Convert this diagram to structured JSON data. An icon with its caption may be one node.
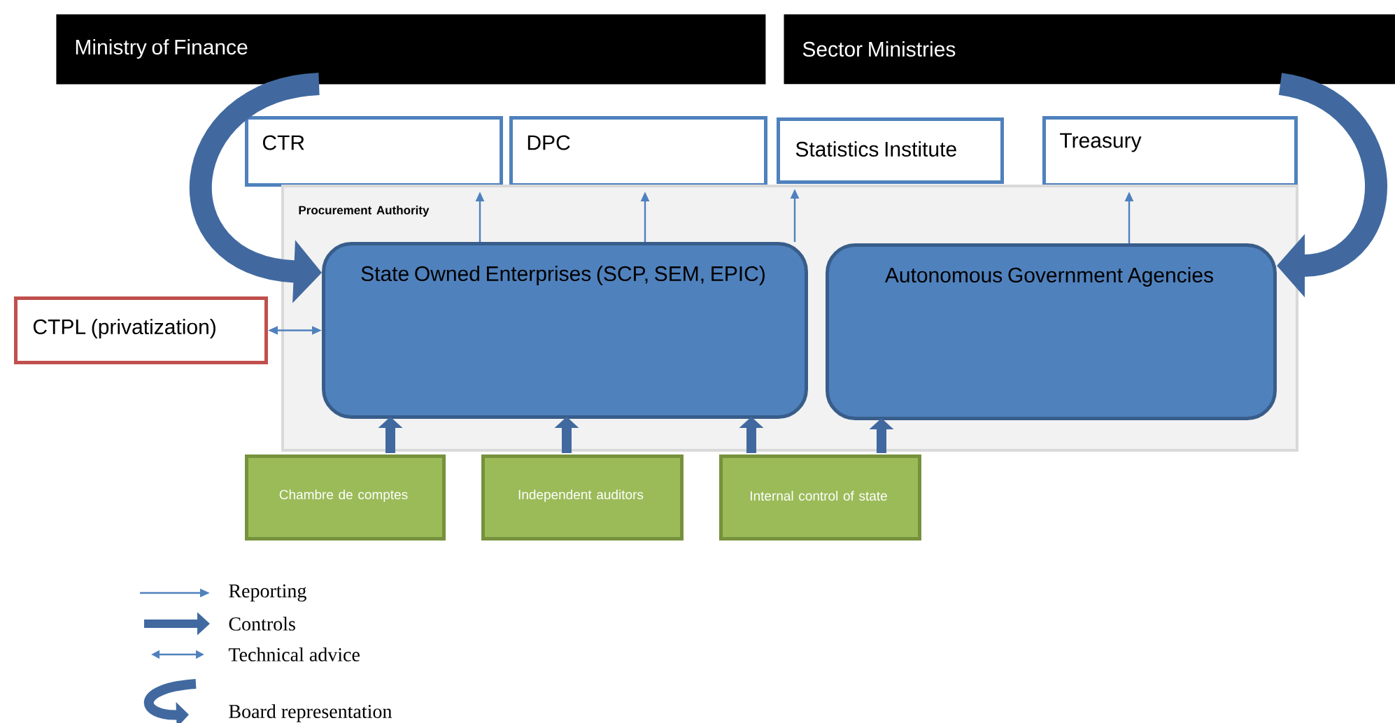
{
  "diagram": {
    "nodes": [
      {
        "text": [
          "Ministry of Finance"
        ]
      },
      {
        "text": [
          "Sector Ministries"
        ]
      },
      {
        "text": [
          "CTR"
        ]
      },
      {
        "text": [
          "DPC"
        ]
      },
      {
        "text": [
          "Statistics Institute"
        ]
      },
      {
        "text": [
          "Treasury"
        ]
      },
      {
        "text": [
          "Procurement Authority"
        ]
      },
      {
        "text": [
          "State Owned Enterprises (SCP, SEM, EPIC)"
        ],
        "in": 6
      },
      {
        "text": [
          "Autonomous Government Agencies"
        ],
        "in": 6
      },
      {
        "text": [
          "CTPL (privatization)"
        ]
      },
      {
        "text": [
          "Chambre de comptes"
        ]
      },
      {
        "text": [
          "Independent auditors"
        ]
      },
      {
        "text": [
          "Internal control of state"
        ]
      }
    ],
    "edges": [
      {
        "from": 7,
        "to": 2,
        "arrow": "to"
      },
      {
        "from": 7,
        "to": 3,
        "arrow": "to"
      },
      {
        "from": 7,
        "to": 4,
        "arrow": "to"
      },
      {
        "from": 8,
        "to": 5,
        "arrow": "to"
      },
      {
        "from": 0,
        "to": 7,
        "arrow": "to",
        "style": "thick"
      },
      {
        "from": 1,
        "to": 8,
        "arrow": "to",
        "style": "thick"
      },
      {
        "from": 9,
        "to": 7,
        "arrow": "both"
      },
      {
        "from": 10,
        "to": 7,
        "arrow": "to"
      },
      {
        "from": 11,
        "to": 7,
        "arrow": "to"
      },
      {
        "from": 12,
        "to": 7,
        "arrow": "to"
      },
      {
        "from": 12,
        "to": 8,
        "arrow": "to"
      }
    ],
    "legend": [
      {
        "text": "Reporting"
      },
      {
        "text": "Controls"
      },
      {
        "text": "Technical advice"
      },
      {
        "text": "Board representation"
      }
    ]
  }
}
